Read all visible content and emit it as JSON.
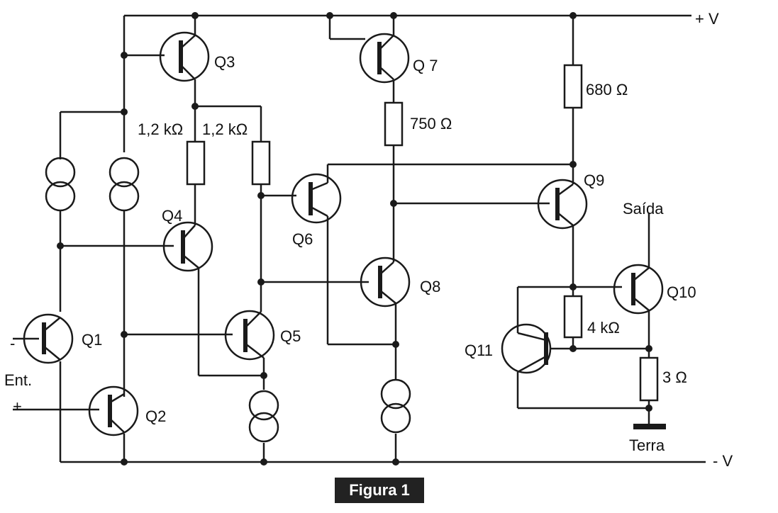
{
  "labels": {
    "vplus": "+ V",
    "vminus": "- V",
    "q1": "Q1",
    "q2": "Q2",
    "q3": "Q3",
    "q4": "Q4",
    "q5": "Q5",
    "q6": "Q6",
    "q7": "Q 7",
    "q8": "Q8",
    "q9": "Q9",
    "q10": "Q10",
    "q11": "Q11",
    "r680": "680 Ω",
    "r750": "750 Ω",
    "r12a": "1,2 kΩ",
    "r12b": "1,2 kΩ",
    "r4k": "4 kΩ",
    "r3": "3 Ω",
    "saida": "Saída",
    "terra": "Terra",
    "ent": "Ent.",
    "minus": "-",
    "plus": "+"
  },
  "caption": "Figura 1",
  "colors": {
    "ink": "#1a1a1a",
    "caption_bg": "#222222",
    "caption_text": "#ffffff",
    "paper": "#ffffff"
  }
}
